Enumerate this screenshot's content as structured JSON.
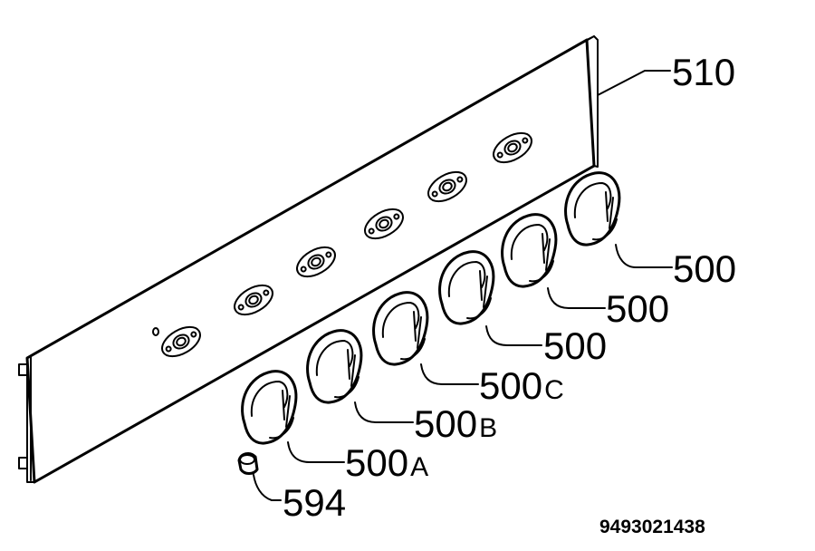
{
  "labels": {
    "panel": "510",
    "knob_1": "500",
    "knob_2": "500",
    "knob_3": "500",
    "knob_c_num": "500",
    "knob_c_suffix": "C",
    "knob_b_num": "500",
    "knob_b_suffix": "B",
    "knob_a_num": "500",
    "knob_a_suffix": "A",
    "button": "594"
  },
  "document_number": "9493021438"
}
